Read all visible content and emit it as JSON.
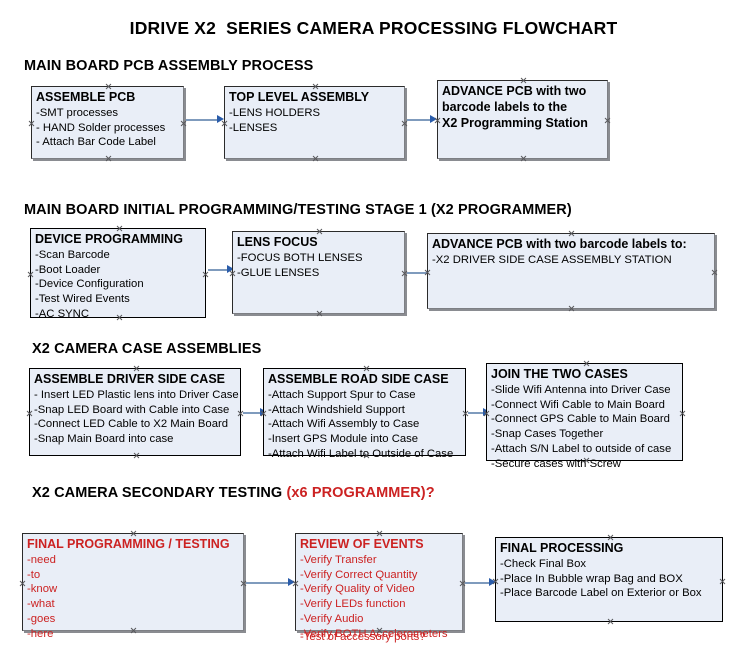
{
  "document": {
    "title": "IDRIVE X2  SERIES CAMERA PROCESSING FLOWCHART"
  },
  "colors": {
    "box_fill": "#e9eef7",
    "box_border": "#2b2b2b",
    "box_shadow": "#8a8c91",
    "arrow_shaft": "#7f9bbd",
    "arrow_head": "#2a5caa",
    "accent_red": "#cc2222",
    "text": "#000000",
    "background": "#ffffff"
  },
  "sections": [
    {
      "id": "main-board-pcb-assembly-process",
      "header": "MAIN BOARD PCB ASSEMBLY PROCESS",
      "header_red": "",
      "boxes": [
        {
          "id": "assemble-pcb",
          "title": "ASSEMBLE PCB",
          "lines": [
            "-SMT processes",
            "- HAND Solder processes",
            "- Attach Bar Code Label"
          ]
        },
        {
          "id": "top-level-assembly",
          "title": "TOP LEVEL ASSEMBLY",
          "lines": [
            "-LENS HOLDERS",
            "-LENSES"
          ]
        },
        {
          "id": "advance-pcb-to-programming-station",
          "title": "ADVANCE PCB with two",
          "lines": [
            "barcode labels to the",
            " X2 Programming Station"
          ],
          "bold_lines": true
        }
      ]
    },
    {
      "id": "main-board-initial-programming-testing-stage-1",
      "header": "MAIN BOARD INITIAL PROGRAMMING/TESTING STAGE 1 (X2 PROGRAMMER)",
      "header_red": "",
      "boxes": [
        {
          "id": "device-programming",
          "title": "DEVICE PROGRAMMING",
          "lines": [
            "-Scan Barcode",
            "-Boot Loader",
            "-Device Configuration",
            "-Test Wired Events",
            "-AC SYNC"
          ]
        },
        {
          "id": "lens-focus",
          "title": "LENS FOCUS",
          "lines": [
            "-FOCUS BOTH LENSES",
            "-GLUE LENSES"
          ]
        },
        {
          "id": "advance-pcb-to-driver-side-case-assembly",
          "title": "ADVANCE PCB with two barcode labels to:",
          "lines": [
            "-X2 DRIVER  SIDE  CASE  ASSEMBLY STATION"
          ]
        }
      ]
    },
    {
      "id": "x2-camera-case-assemblies",
      "header": "X2 CAMERA CASE ASSEMBLIES",
      "header_red": "",
      "boxes": [
        {
          "id": "assemble-driver-side-case",
          "title": "ASSEMBLE DRIVER SIDE CASE",
          "lines": [
            "- Insert LED Plastic lens into Driver Case",
            "-Snap LED Board with Cable into Case",
            "-Connect LED Cable to X2 Main Board",
            "-Snap Main Board into case"
          ]
        },
        {
          "id": "assemble-road-side-case",
          "title": "ASSEMBLE ROAD SIDE CASE",
          "lines": [
            "-Attach Support Spur to Case",
            "-Attach Windshield Support",
            "-Attach Wifi Assembly to Case",
            "-Insert GPS Module into Case",
            "-Attach Wifi Label to Outside of Case"
          ]
        },
        {
          "id": "join-the-two-cases",
          "title": "JOIN THE TWO CASES",
          "lines": [
            "-Slide Wifi Antenna into Driver Case",
            "-Connect Wifi Cable to Main Board",
            "-Connect GPS Cable to Main Board",
            "-Snap Cases Together",
            "-Attach S/N Label to outside of case",
            "-Secure cases with Screw"
          ]
        }
      ]
    },
    {
      "id": "x2-camera-secondary-testing",
      "header": "X2 CAMERA SECONDARY TESTING ",
      "header_red": "(x6 PROGRAMMER)?",
      "boxes": [
        {
          "id": "final-programming-testing",
          "title": "FINAL PROGRAMMING / TESTING",
          "lines": [
            "-need",
            "-to",
            "-know",
            "-what",
            "-goes",
            "-here"
          ],
          "red": true
        },
        {
          "id": "review-of-events",
          "title": "REVIEW OF EVENTS",
          "lines": [
            "-Verify Transfer",
            "-Verify Correct Quantity",
            "-Verify Quality of Video",
            "-Verify LEDs function",
            "-Verify Audio",
            "-Verify BOTH Accelerometers"
          ],
          "overflow_line": "-Test of accessory ports?",
          "red": true
        },
        {
          "id": "final-processing",
          "title": "FINAL PROCESSING",
          "lines": [
            " -Check Final Box",
            "-Place In Bubble wrap Bag and BOX",
            "-Place Barcode Label on Exterior or Box"
          ]
        }
      ]
    }
  ]
}
